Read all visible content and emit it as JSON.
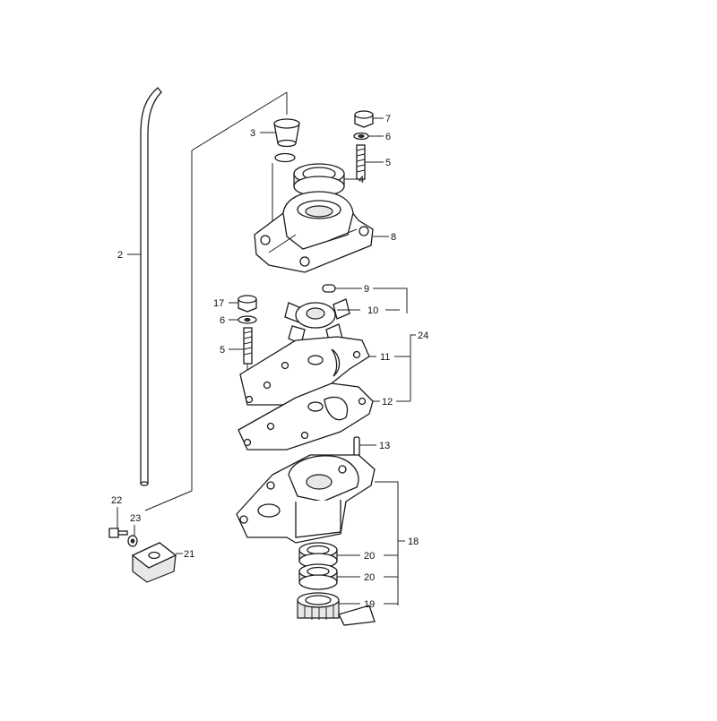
{
  "diagram": {
    "callouts": [
      {
        "id": "c3",
        "label": "3"
      },
      {
        "id": "c7",
        "label": "7"
      },
      {
        "id": "c6",
        "label": "6"
      },
      {
        "id": "c5",
        "label": "5"
      },
      {
        "id": "c4",
        "label": "4"
      },
      {
        "id": "c8",
        "label": "8"
      },
      {
        "id": "c2",
        "label": "2"
      },
      {
        "id": "c9",
        "label": "9"
      },
      {
        "id": "c10",
        "label": "10"
      },
      {
        "id": "c17",
        "label": "17"
      },
      {
        "id": "c6b",
        "label": "6"
      },
      {
        "id": "c5b",
        "label": "5"
      },
      {
        "id": "c24",
        "label": "24"
      },
      {
        "id": "c11",
        "label": "11"
      },
      {
        "id": "c12",
        "label": "12"
      },
      {
        "id": "c13",
        "label": "13"
      },
      {
        "id": "c18",
        "label": "18"
      },
      {
        "id": "c22",
        "label": "22"
      },
      {
        "id": "c23",
        "label": "23"
      },
      {
        "id": "c21",
        "label": "21"
      },
      {
        "id": "c20a",
        "label": "20"
      },
      {
        "id": "c20b",
        "label": "20"
      },
      {
        "id": "c19",
        "label": "19"
      }
    ]
  }
}
